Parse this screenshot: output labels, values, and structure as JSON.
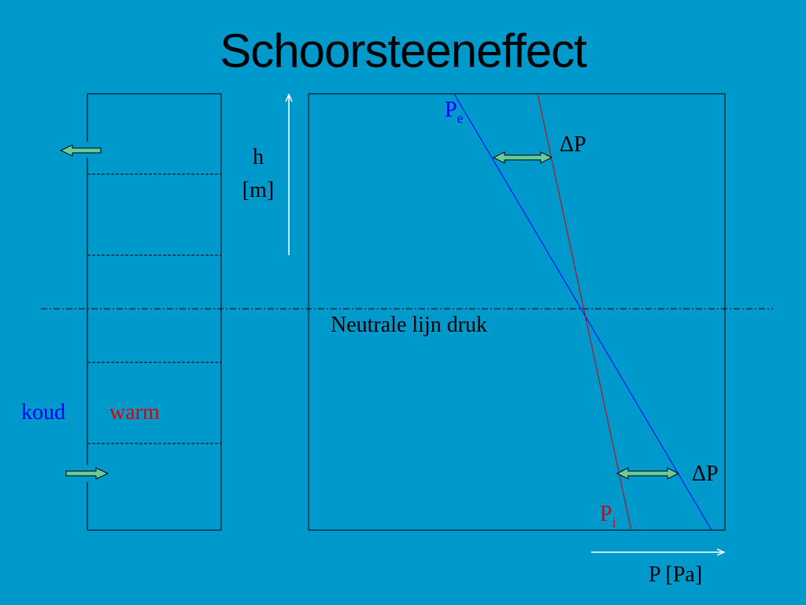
{
  "title": "Schoorsteeneffect",
  "height_axis": {
    "label_line1": "h",
    "label_line2": "[m]"
  },
  "pressure_axis": {
    "label": "P [Pa]"
  },
  "neutral_line": {
    "label": "Neutrale lijn druk"
  },
  "external_pressure": {
    "symbol": "P",
    "subscript": "e",
    "color": "#0000ff"
  },
  "internal_pressure": {
    "symbol": "P",
    "subscript": "i",
    "color": "#dd0000"
  },
  "delta_top": {
    "label": "ΔP"
  },
  "delta_bottom": {
    "label": "ΔP"
  },
  "building": {
    "outside_label": "koud",
    "outside_color": "#0000ff",
    "inside_label": "warm",
    "inside_color": "#dd0000"
  },
  "colors": {
    "background": "#0099cc",
    "arrow_fill": "#66cc99",
    "axis": "#ffffff"
  }
}
